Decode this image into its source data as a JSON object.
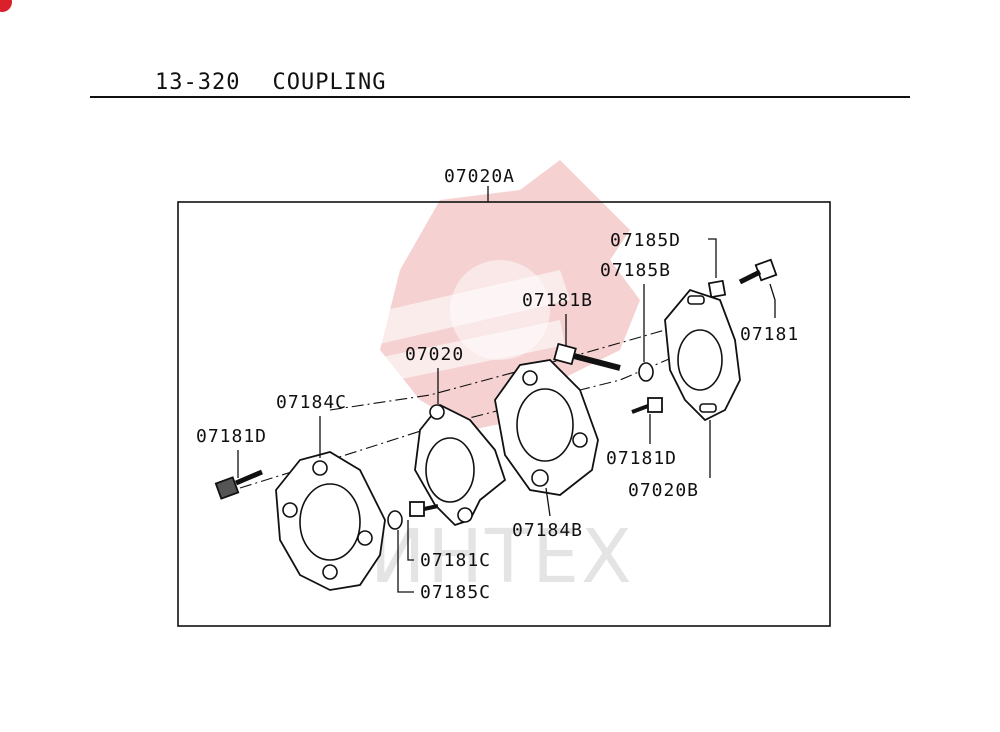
{
  "header": {
    "section_number": "13-320",
    "section_title": "COUPLING"
  },
  "watermark": {
    "text": "ИНТЕХ",
    "color": "#f4c9c9"
  },
  "colors": {
    "ink": "#111111",
    "watermark": "#f4c9c9",
    "badge": "#d9202b"
  },
  "callouts": {
    "assembly": "07020A",
    "c07185D": "07185D",
    "c07185B": "07185B",
    "c07181B": "07181B",
    "c07181": "07181",
    "c07020": "07020",
    "c07184C": "07184C",
    "c07181D_left": "07181D",
    "c07181D_right": "07181D",
    "c07020B": "07020B",
    "c07184B": "07184B",
    "c07181C": "07181C",
    "c07185C": "07185C"
  }
}
